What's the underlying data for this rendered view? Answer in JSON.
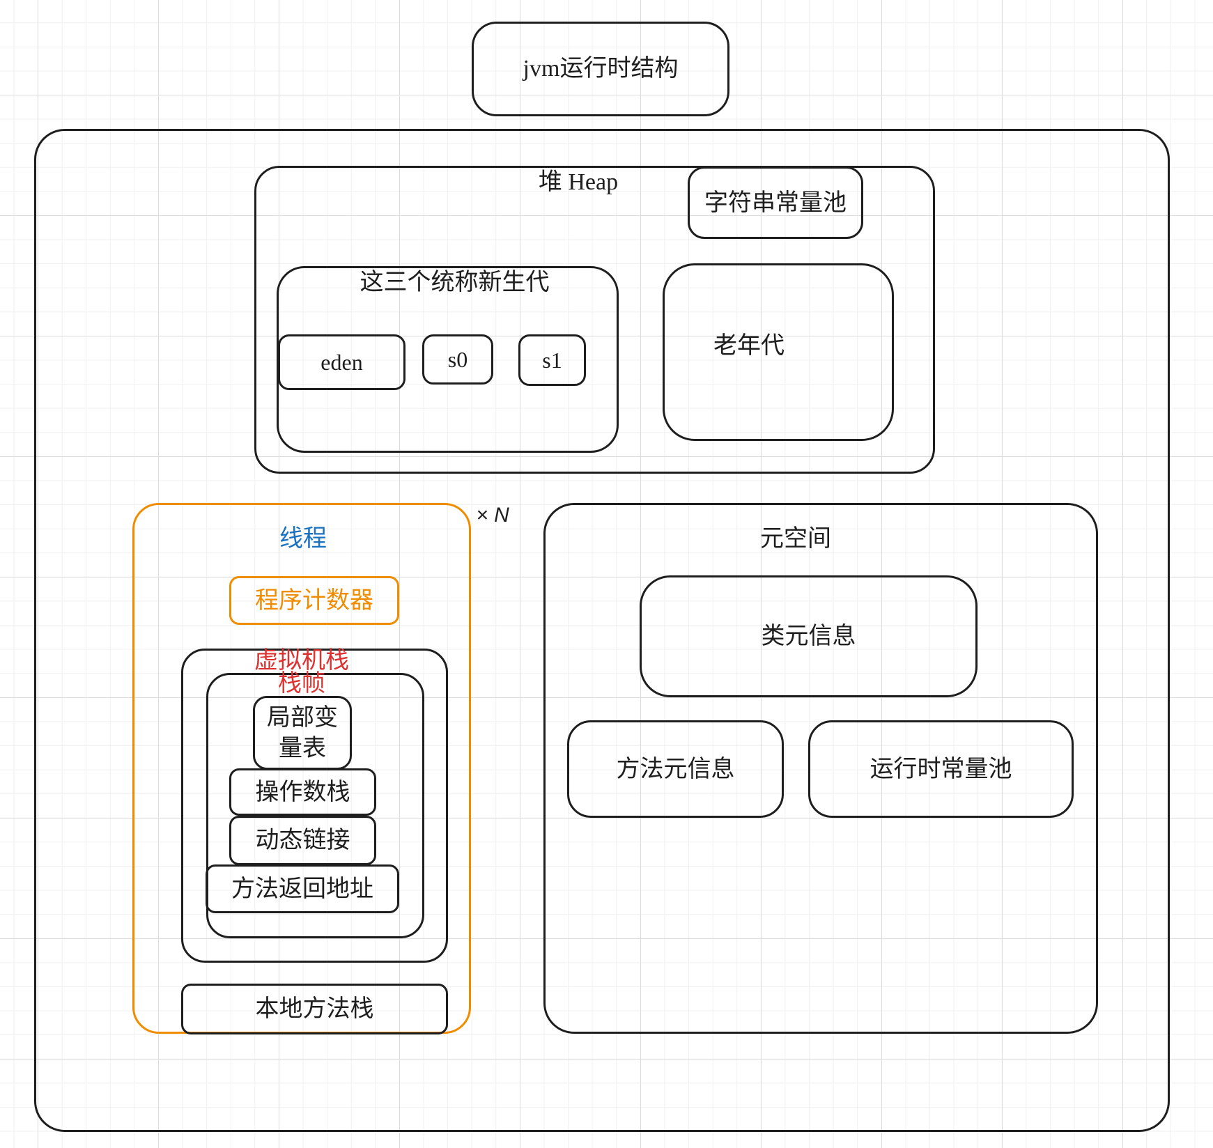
{
  "title": "jvm运行时结构",
  "heap": {
    "label": "堆 Heap",
    "string_pool": "字符串常量池",
    "young_gen": {
      "label": "这三个统称新生代",
      "eden": "eden",
      "s0": "s0",
      "s1": "s1"
    },
    "old_gen": "老年代"
  },
  "thread": {
    "label": "线程",
    "multiplier": "× N",
    "program_counter": "程序计数器",
    "vm_stack": {
      "label": "虚拟机栈",
      "frame": {
        "label": "栈帧",
        "local_vars": "局部变量表",
        "operand_stack": "操作数栈",
        "dynamic_linking": "动态链接",
        "return_address": "方法返回地址"
      }
    },
    "native_stack": "本地方法栈"
  },
  "metaspace": {
    "label": "元空间",
    "class_meta": "类元信息",
    "method_meta": "方法元信息",
    "runtime_pool": "运行时常量池"
  },
  "colors": {
    "stroke": "#1e1e1e",
    "thread_label": "#1971c2",
    "orange": "#f08c00",
    "vm_stack_label": "#e03131"
  }
}
